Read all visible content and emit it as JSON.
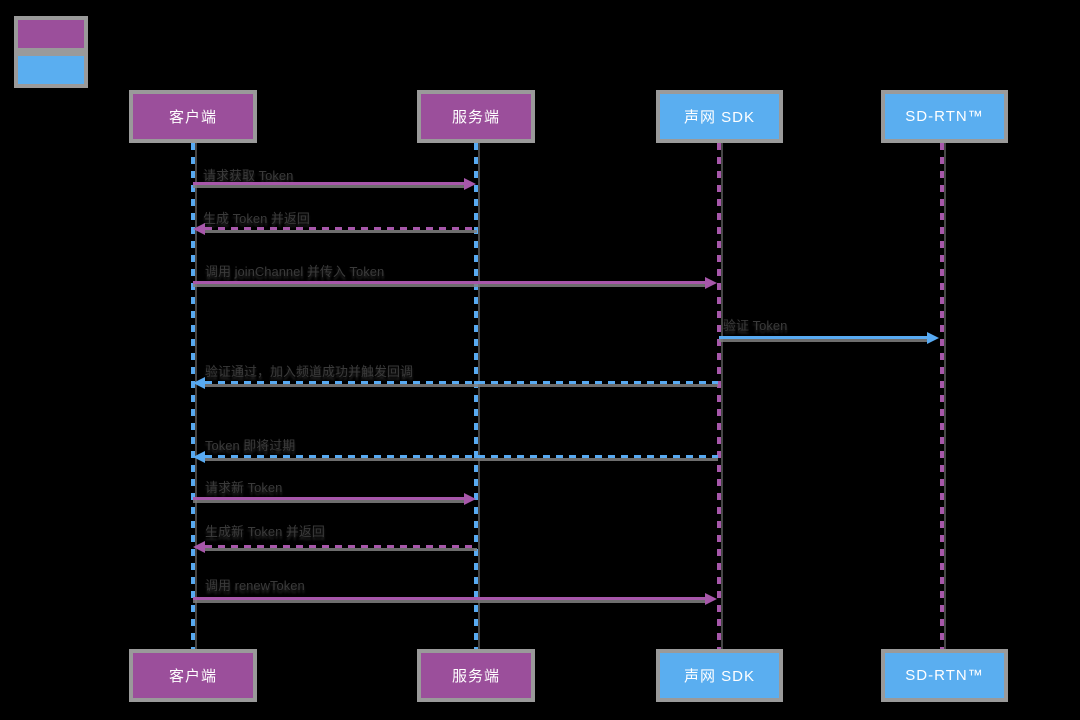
{
  "diagram": {
    "title": "Token authentication sequence diagram",
    "colors": {
      "background": "#000000",
      "client_fill": "#9b4f9b",
      "agora_fill": "#5aaef0",
      "box_border": "#9a9a9a",
      "purple_line": "#a757aa",
      "blue_line": "#58aaf2",
      "label_text": "#3a3a3a",
      "actor_text": "#ffffff"
    },
    "legend": {
      "items": [
        {
          "name": "client-side-color",
          "color": "#9b4f9b"
        },
        {
          "name": "agora-side-color",
          "color": "#5aaef0"
        }
      ]
    },
    "actors": [
      {
        "label": "客户端",
        "color": "#9b4f9b"
      },
      {
        "label": "服务端",
        "color": "#9b4f9b"
      },
      {
        "label": "声网 SDK",
        "color": "#5aaef0"
      },
      {
        "label": "SD-RTN™",
        "color": "#5aaef0"
      }
    ],
    "messages": [
      {
        "from": "客户端",
        "to": "服务端",
        "label": "请求获取 Token",
        "line": "solid",
        "color": "#a757aa"
      },
      {
        "from": "服务端",
        "to": "客户端",
        "label": "生成 Token 并返回",
        "line": "dashed",
        "color": "#a757aa"
      },
      {
        "from": "客户端",
        "to": "声网 SDK",
        "label": "调用 joinChannel 并传入 Token",
        "line": "solid",
        "color": "#a757aa"
      },
      {
        "from": "声网 SDK",
        "to": "SD-RTN™",
        "label": "验证 Token",
        "line": "solid",
        "color": "#58aaf2"
      },
      {
        "from": "声网 SDK",
        "to": "客户端",
        "label": "验证通过，加入频道成功并触发回调",
        "line": "dashed",
        "color": "#58aaf2"
      },
      {
        "from": "声网 SDK",
        "to": "客户端",
        "label": "Token 即将过期",
        "line": "dashed",
        "color": "#58aaf2"
      },
      {
        "from": "客户端",
        "to": "服务端",
        "label": "请求新 Token",
        "line": "solid",
        "color": "#a757aa"
      },
      {
        "from": "服务端",
        "to": "客户端",
        "label": "生成新 Token 并返回",
        "line": "dashed",
        "color": "#a757aa"
      },
      {
        "from": "客户端",
        "to": "声网 SDK",
        "label": "调用 renewToken",
        "line": "solid",
        "color": "#a757aa"
      }
    ]
  }
}
